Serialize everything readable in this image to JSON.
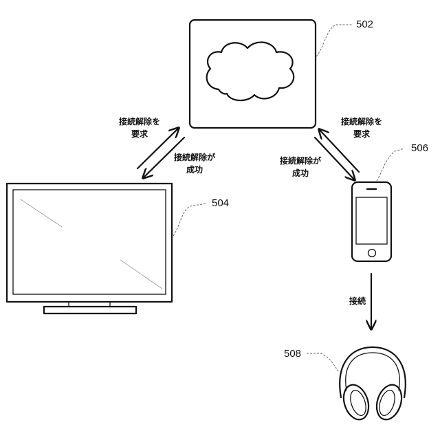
{
  "references": {
    "server": "502",
    "tv": "504",
    "phone": "506",
    "headphones": "508"
  },
  "labels": {
    "left_request": [
      "接続解除を",
      "要求"
    ],
    "left_success": [
      "接続解除が",
      "成功"
    ],
    "right_request": [
      "接続解除を",
      "要求"
    ],
    "right_success": [
      "接続解除が",
      "成功"
    ],
    "connect": "接続"
  },
  "icons": {
    "server": "cloud-icon",
    "tv": "television-icon",
    "phone": "smartphone-icon",
    "headphones": "headphones-icon"
  }
}
